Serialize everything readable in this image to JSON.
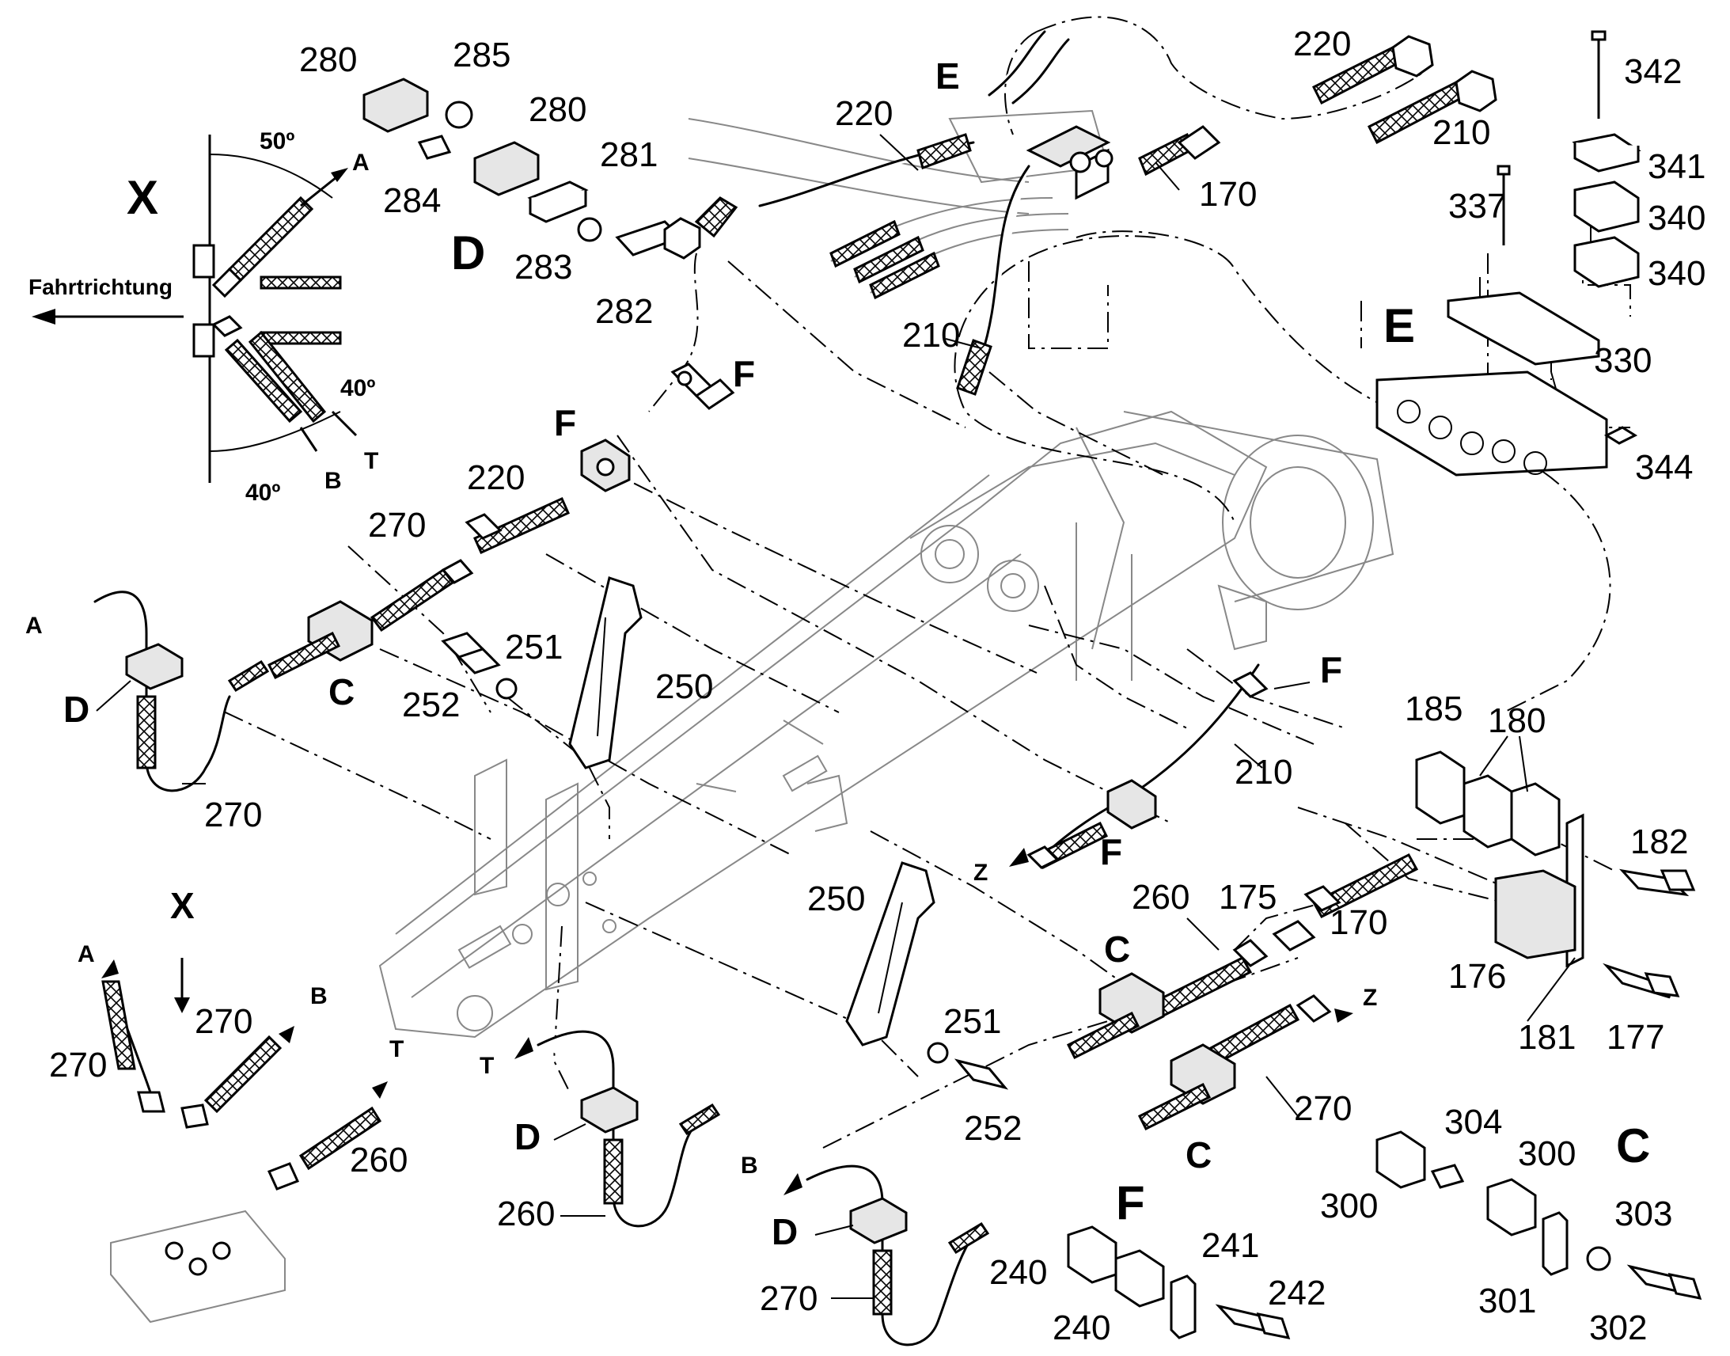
{
  "labels": {
    "p280a": "280",
    "p285": "285",
    "p280b": "280",
    "p281": "281",
    "p284": "284",
    "p283": "283",
    "p282": "282",
    "pD_top": "D",
    "p220_top": "220",
    "p220_mid": "220",
    "p210_top": "210",
    "p170_top": "170",
    "p210_upper": "210",
    "pE_top": "E",
    "p342": "342",
    "p341": "341",
    "p337": "337",
    "p340a": "340",
    "p340b": "340",
    "pE_right": "E",
    "p330": "330",
    "p344": "344",
    "pX_big": "X",
    "fahrtrichtung": "Fahrtrichtung",
    "angle50": "50º",
    "angle40a": "40º",
    "angle40b": "40º",
    "pA_det": "A",
    "pT_det": "T",
    "pB_det": "B",
    "pF_1": "F",
    "pF_2": "F",
    "p220_c": "220",
    "p270_a": "270",
    "pA_left": "A",
    "pD_left": "D",
    "pC_left": "C",
    "p270_b": "270",
    "p252_a": "252",
    "p251_a": "251",
    "p250_a": "250",
    "pF_right": "F",
    "p210_right": "210",
    "pZ_1": "Z",
    "pF_3": "F",
    "p185": "185",
    "p180": "180",
    "p182": "182",
    "p176": "176",
    "p181": "181",
    "p177": "177",
    "p250_b": "250",
    "p251_b": "251",
    "p252_b": "252",
    "pC_mid": "C",
    "p260_a": "260",
    "p175": "175",
    "p170_b": "170",
    "pZ_2": "Z",
    "p270_c": "270",
    "pC_mid2": "C",
    "pX_arrow": "X",
    "pA_bl": "A",
    "p270_d": "270",
    "p270_e": "270",
    "pB_bl": "B",
    "pT_bl": "T",
    "p260_b": "260",
    "pT_mid": "T",
    "pD_mid": "D",
    "p260_c": "260",
    "pB_mid": "B",
    "pD_mid2": "D",
    "p270_f": "270",
    "pF_bottom": "F",
    "p240a": "240",
    "p241": "241",
    "p240b": "240",
    "p242": "242",
    "p304": "304",
    "p300a": "300",
    "p300b": "300",
    "pC_br": "C",
    "p303": "303",
    "p301": "301",
    "p302": "302"
  }
}
